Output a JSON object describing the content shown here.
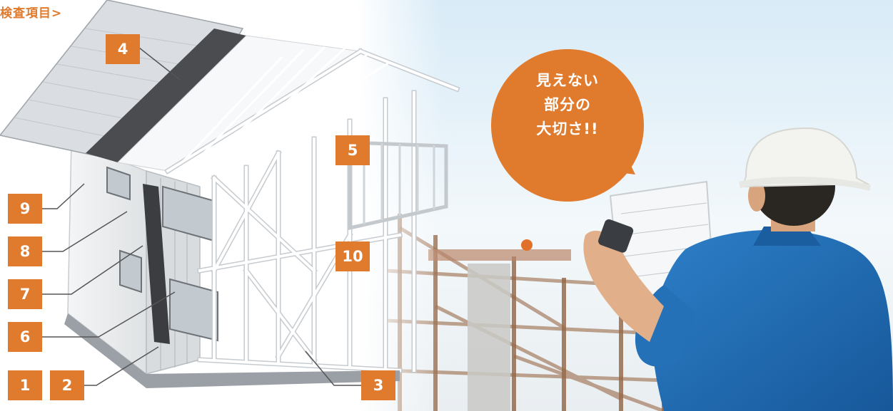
{
  "heading": "検査項目>",
  "labels": {
    "l1": "1",
    "l2": "2",
    "l3": "3",
    "l4": "4",
    "l5": "5",
    "l6": "6",
    "l7": "7",
    "l8": "8",
    "l9": "9",
    "l10": "10"
  },
  "speech_bubble": {
    "lines": [
      "見えない",
      "部分の",
      "大切さ!!"
    ]
  },
  "colors": {
    "accent": "#e07a2c",
    "label_text": "#ffffff",
    "leader_line": "#555555"
  },
  "illustration": {
    "subject": "house-framing-cutaway",
    "photo": "inspector-with-blueprint"
  }
}
